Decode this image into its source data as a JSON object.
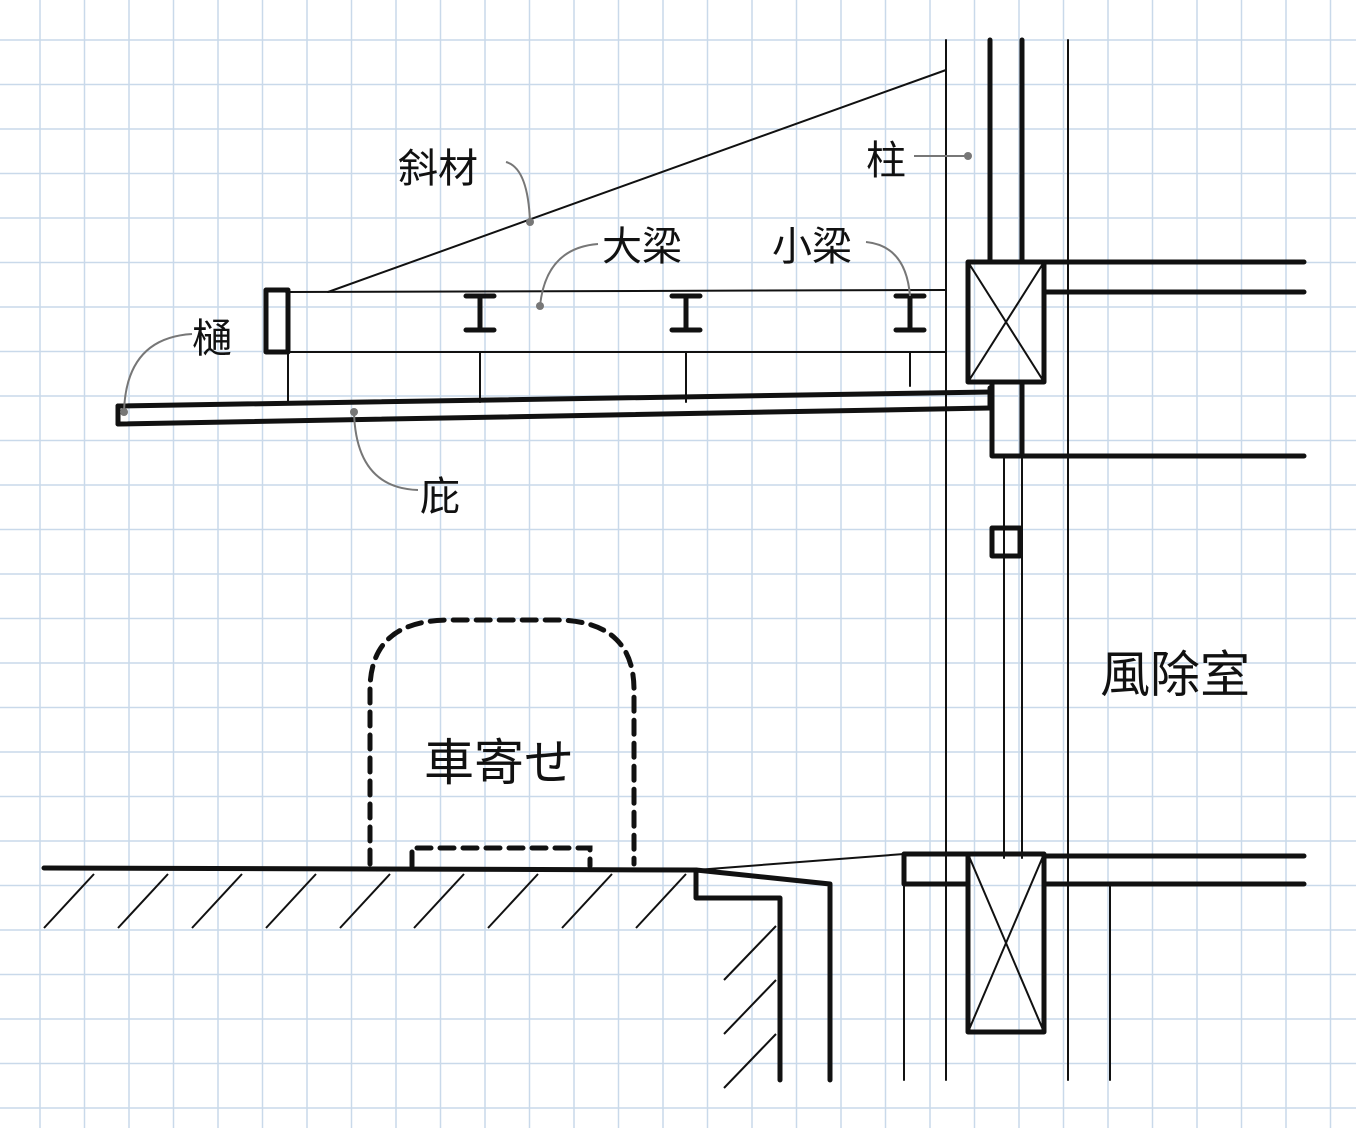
{
  "labels": {
    "diagonal_member": "斜材",
    "column": "柱",
    "main_beam": "大梁",
    "small_beam": "小梁",
    "gutter": "樋",
    "eave": "庇",
    "windbreak_room": "風除室",
    "car_porch": "車寄せ"
  },
  "colors": {
    "grid": "#c9d9ea",
    "line": "#111111",
    "leader": "#777777"
  }
}
